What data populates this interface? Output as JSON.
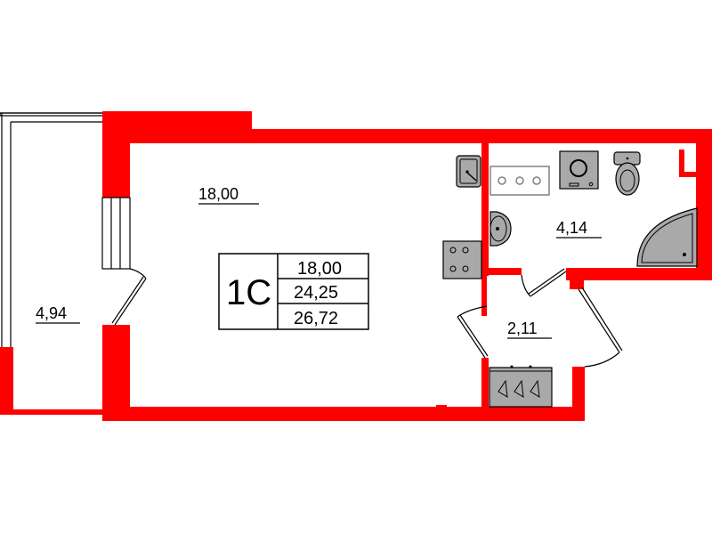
{
  "plan": {
    "type": "apartment-floor-plan",
    "apartment_type": "1C",
    "summary": {
      "living_area": "18,00",
      "total_area": "24,25",
      "total_area_with_balcony": "26,72"
    },
    "rooms": [
      {
        "name": "living-room",
        "area": "18,00"
      },
      {
        "name": "balcony",
        "area": "4,94"
      },
      {
        "name": "bathroom",
        "area": "4,14"
      },
      {
        "name": "hallway",
        "area": "2,11"
      }
    ],
    "fixtures": [
      "kitchen-sink",
      "stove",
      "washing-machine-counter",
      "washing-machine",
      "toilet",
      "bathroom-sink",
      "corner-shower",
      "wardrobe"
    ],
    "colors": {
      "wall": "#ff0000",
      "fixture_fill": "#a9a9a9",
      "line": "#000000",
      "background": "#ffffff"
    }
  }
}
